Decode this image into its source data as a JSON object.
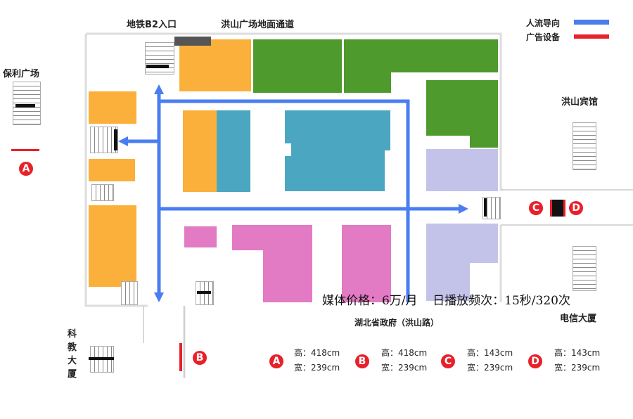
{
  "labels": {
    "metro_entrance": "地铁B2入口",
    "passage": "洪山广场地面通道",
    "poly_plaza": "保利广场",
    "hongshan_hotel": "洪山宾馆",
    "keji_building": "科\n教\n大\n厦",
    "telecom_building": "电信大厦",
    "gov": "湖北省政府（洪山路）"
  },
  "legend": {
    "flow_label": "人流导向",
    "flow_color": "#4a7df0",
    "ad_label": "广告设备",
    "ad_color": "#e8202a"
  },
  "media_info": "媒体价格：6万/月    日播放频次：15秒/320次",
  "markers": [
    "A",
    "B",
    "C",
    "D"
  ],
  "specs": [
    {
      "id": "A",
      "height": "高：418cm",
      "width": "宽：239cm"
    },
    {
      "id": "B",
      "height": "高：418cm",
      "width": "宽：239cm"
    },
    {
      "id": "C",
      "height": "高：143cm",
      "width": "宽：239cm"
    },
    {
      "id": "D",
      "height": "高：143cm",
      "width": "宽：239cm"
    }
  ],
  "colors": {
    "orange": "#fbb03b",
    "green": "#4e9a2c",
    "teal": "#4ba7c1",
    "lavender": "#c3c3ea",
    "pink": "#e37ac4",
    "flow": "#4a7df0",
    "ad": "#e8202a"
  }
}
